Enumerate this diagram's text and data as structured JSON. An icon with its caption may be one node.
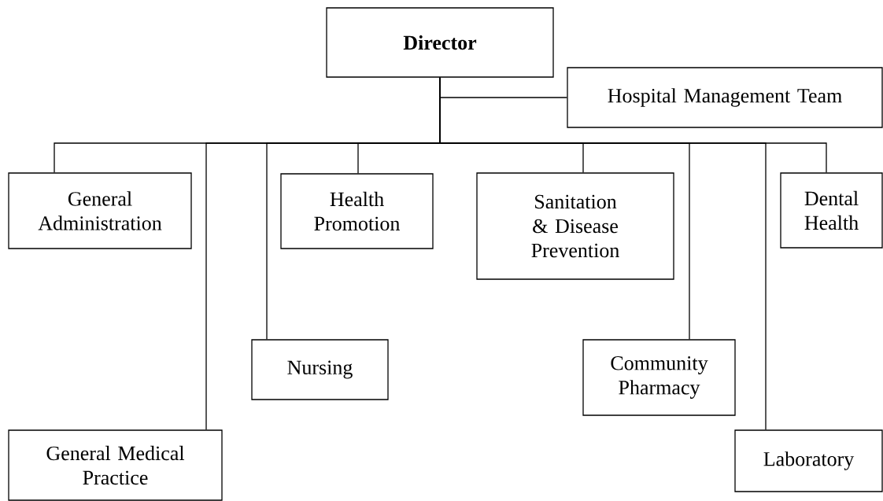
{
  "diagram": {
    "nodes": [
      {
        "text": [
          "Director"
        ]
      },
      {
        "text": [
          "Hospital Management Team"
        ]
      },
      {
        "text": [
          "General Administration"
        ]
      },
      {
        "text": [
          "General Medical Practice"
        ]
      },
      {
        "text": [
          "Nursing"
        ]
      },
      {
        "text": [
          "Health Promotion"
        ]
      },
      {
        "text": [
          "Sanitation & Disease Prevention"
        ]
      },
      {
        "text": [
          "Community Pharmacy"
        ]
      },
      {
        "text": [
          "Dental Health"
        ]
      },
      {
        "text": [
          "Laboratory"
        ]
      }
    ],
    "edges": [
      {
        "from": 0,
        "to": 1,
        "arrow": "none"
      },
      {
        "from": 0,
        "to": 2,
        "arrow": "none"
      },
      {
        "from": 0,
        "to": 3,
        "arrow": "none"
      },
      {
        "from": 0,
        "to": 4,
        "arrow": "none"
      },
      {
        "from": 0,
        "to": 5,
        "arrow": "none"
      },
      {
        "from": 0,
        "to": 6,
        "arrow": "none"
      },
      {
        "from": 0,
        "to": 7,
        "arrow": "none"
      },
      {
        "from": 0,
        "to": 8,
        "arrow": "none"
      },
      {
        "from": 0,
        "to": 9,
        "arrow": "none"
      }
    ]
  }
}
